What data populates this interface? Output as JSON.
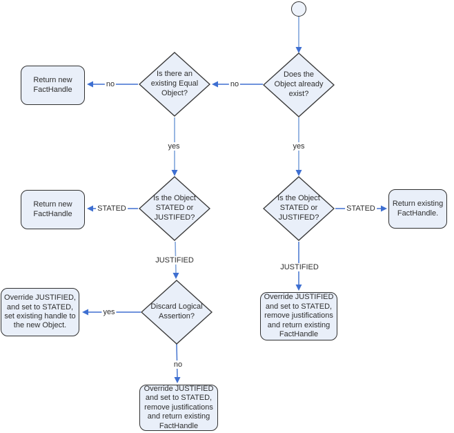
{
  "colors": {
    "node_fill": "#e9eff9",
    "node_border": "#2f2f2f",
    "arrow_dark": "#3e6fd1",
    "arrow_light": "#7fa3da",
    "text": "#2d2d2d",
    "background": "#ffffff"
  },
  "nodes": {
    "d_exists": {
      "label": "Does the Object already exist?"
    },
    "d_equal": {
      "label": "Is there an existing Equal Object?"
    },
    "d_stated_left": {
      "label": "Is the Object STATED or JUSTIFED?"
    },
    "d_stated_right": {
      "label": "Is the Object STATED or JUSTIFED?"
    },
    "d_discard": {
      "label": "Discard Logical Assertion?"
    },
    "r_return_new_top": {
      "label": "Return new FactHandle"
    },
    "r_return_new_mid": {
      "label": "Return new FactHandle"
    },
    "r_return_existing": {
      "label": "Return existing FactHandle."
    },
    "r_override_handle": {
      "label": "Override JUSTIFIED, and set to STATED, set existing handle to the new Object."
    },
    "r_override_right": {
      "label": "Override JUSTIFIED and set to STATED, remove justifications and return existing FactHandle"
    },
    "r_override_bottom": {
      "label": "Override JUSTIFIED and set to STATED, remove justifications and return existing FactHandle"
    }
  },
  "edges": {
    "no_exists": "no",
    "no_equal": "no",
    "yes_equal": "yes",
    "yes_exists": "yes",
    "stated_left": "STATED",
    "stated_right": "STATED",
    "justified_left": "JUSTIFIED",
    "justified_right": "JUSTIFIED",
    "yes_discard": "yes",
    "no_discard": "no"
  }
}
